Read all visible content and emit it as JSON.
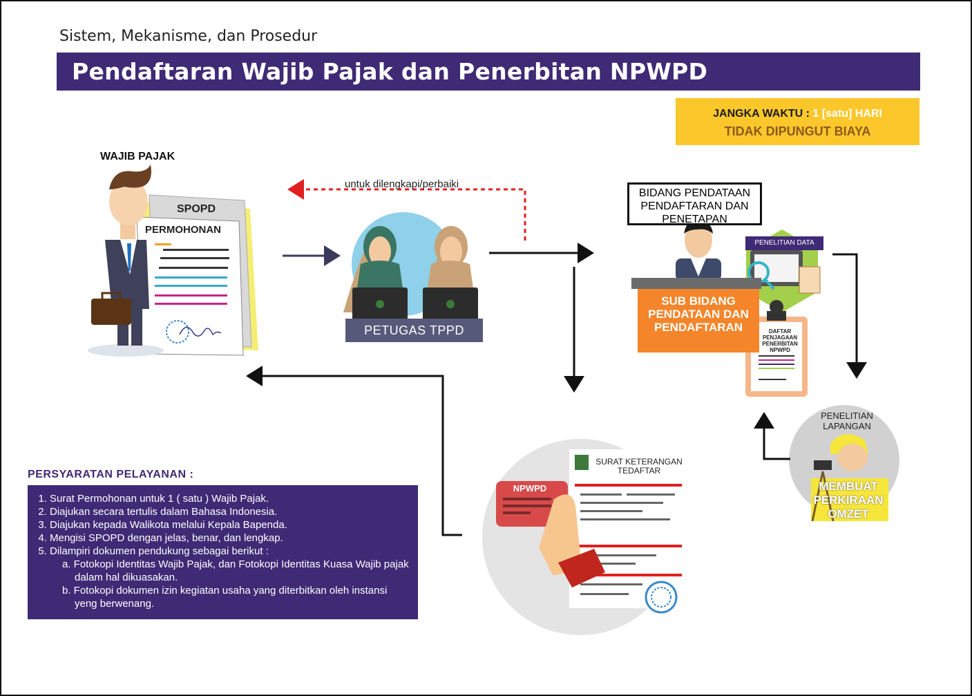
{
  "header": {
    "subtitle": "Sistem, Mekanisme, dan Prosedur",
    "title": "Pendaftaran Wajib Pajak dan Penerbitan NPWPD"
  },
  "time_box": {
    "label": "JANGKA WAKTU",
    "separator": " : ",
    "value": "1 [satu] HARI",
    "fee": "TIDAK DIPUNGUT BIAYA"
  },
  "taxpayer": {
    "label": "WAJIB PAJAK",
    "doc_top": "SPOPD",
    "doc_main": "PERMOHONAN"
  },
  "officer": {
    "label": "PETUGAS TPPD"
  },
  "return_note": "untuk dilengkapi/perbaiki",
  "division": {
    "office_sign": "BIDANG PENDATAAN PENDAFTARAN DAN PENETAPAN",
    "desk_label": "SUB BIDANG PENDATAAN DAN PENDAFTARAN",
    "research_badge": "PENELITIAN DATA",
    "clipboard_text": "DAFTAR PENJAGAAN PENERBITAN NPWPD"
  },
  "field": {
    "title": "PENELITIAN LAPANGAN",
    "overlay": "MEMBUAT PERKIRAAN OMZET"
  },
  "certificate": {
    "card_label": "NPWPD",
    "doc_title": "SURAT KETERANGAN TEDAFTAR"
  },
  "requirements": {
    "title": "PERSYARATAN PELAYANAN :",
    "items": [
      "Surat Permohonan untuk 1 ( satu ) Wajib Pajak.",
      "Diajukan secara tertulis dalam Bahasa Indonesia.",
      "Diajukan kepada Walikota melalui Kepala Bapenda.",
      "Mengisi SPOPD dengan jelas, benar, dan lengkap.",
      "Dilampiri dokumen pendukung sebagai berikut :"
    ],
    "sub_items": [
      "a. Fotokopi Identitas Wajib Pajak, dan Fotokopi Identitas Kuasa Wajib pajak dalam hal dikuasakan.",
      "b. Fotokopi dokumen izin kegiatan usaha yang diterbitkan oleh instansi yeng berwenang."
    ]
  },
  "colors": {
    "brand_purple": "#3f2a75",
    "accent_yellow": "#fcc72a",
    "desk_orange": "#f5852a",
    "dashed_red": "#e02020"
  }
}
